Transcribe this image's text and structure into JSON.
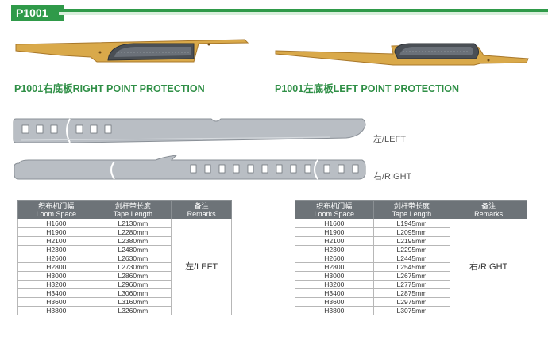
{
  "model_tag": "P1001",
  "top_section": {
    "right_heading": "P1001右底板RIGHT POINT PROTECTION",
    "left_heading": "P1001左底板LEFT  POINT PROTECTION"
  },
  "profiles": {
    "left_label": "左/LEFT",
    "right_label": "右/RIGHT"
  },
  "colors": {
    "brand_green": "#2f9a49",
    "board_tan": "#d9a94a",
    "steel_grey": "#b9bec4",
    "header_grey": "#6d7378"
  },
  "tables": {
    "left": {
      "headers": [
        {
          "cn": "织布机门幅",
          "en": "Loom Space"
        },
        {
          "cn": "剑杆带长度",
          "en": "Tape Length"
        },
        {
          "cn": "备注",
          "en": "Remarks"
        }
      ],
      "remark": "左/LEFT",
      "rows": [
        {
          "loom": "H1600",
          "tape": "L2130mm"
        },
        {
          "loom": "H1900",
          "tape": "L2280mm"
        },
        {
          "loom": "H2100",
          "tape": "L2380mm"
        },
        {
          "loom": "H2300",
          "tape": "L2480mm"
        },
        {
          "loom": "H2600",
          "tape": "L2630mm"
        },
        {
          "loom": "H2800",
          "tape": "L2730mm"
        },
        {
          "loom": "H3000",
          "tape": "L2860mm"
        },
        {
          "loom": "H3200",
          "tape": "L2960mm"
        },
        {
          "loom": "H3400",
          "tape": "L3060mm"
        },
        {
          "loom": "H3600",
          "tape": "L3160mm"
        },
        {
          "loom": "H3800",
          "tape": "L3260mm"
        }
      ]
    },
    "right": {
      "headers": [
        {
          "cn": "织布机门幅",
          "en": "Loom Space"
        },
        {
          "cn": "剑杆带长度",
          "en": "Tape Length"
        },
        {
          "cn": "备注",
          "en": "Remarks"
        }
      ],
      "remark": "右/RIGHT",
      "rows": [
        {
          "loom": "H1600",
          "tape": "L1945mm"
        },
        {
          "loom": "H1900",
          "tape": "L2095mm"
        },
        {
          "loom": "H2100",
          "tape": "L2195mm"
        },
        {
          "loom": "H2300",
          "tape": "L2295mm"
        },
        {
          "loom": "H2600",
          "tape": "L2445mm"
        },
        {
          "loom": "H2800",
          "tape": "L2545mm"
        },
        {
          "loom": "H3000",
          "tape": "L2675mm"
        },
        {
          "loom": "H3200",
          "tape": "L2775mm"
        },
        {
          "loom": "H3400",
          "tape": "L2875mm"
        },
        {
          "loom": "H3600",
          "tape": "L2975mm"
        },
        {
          "loom": "H3800",
          "tape": "L3075mm"
        }
      ]
    }
  }
}
